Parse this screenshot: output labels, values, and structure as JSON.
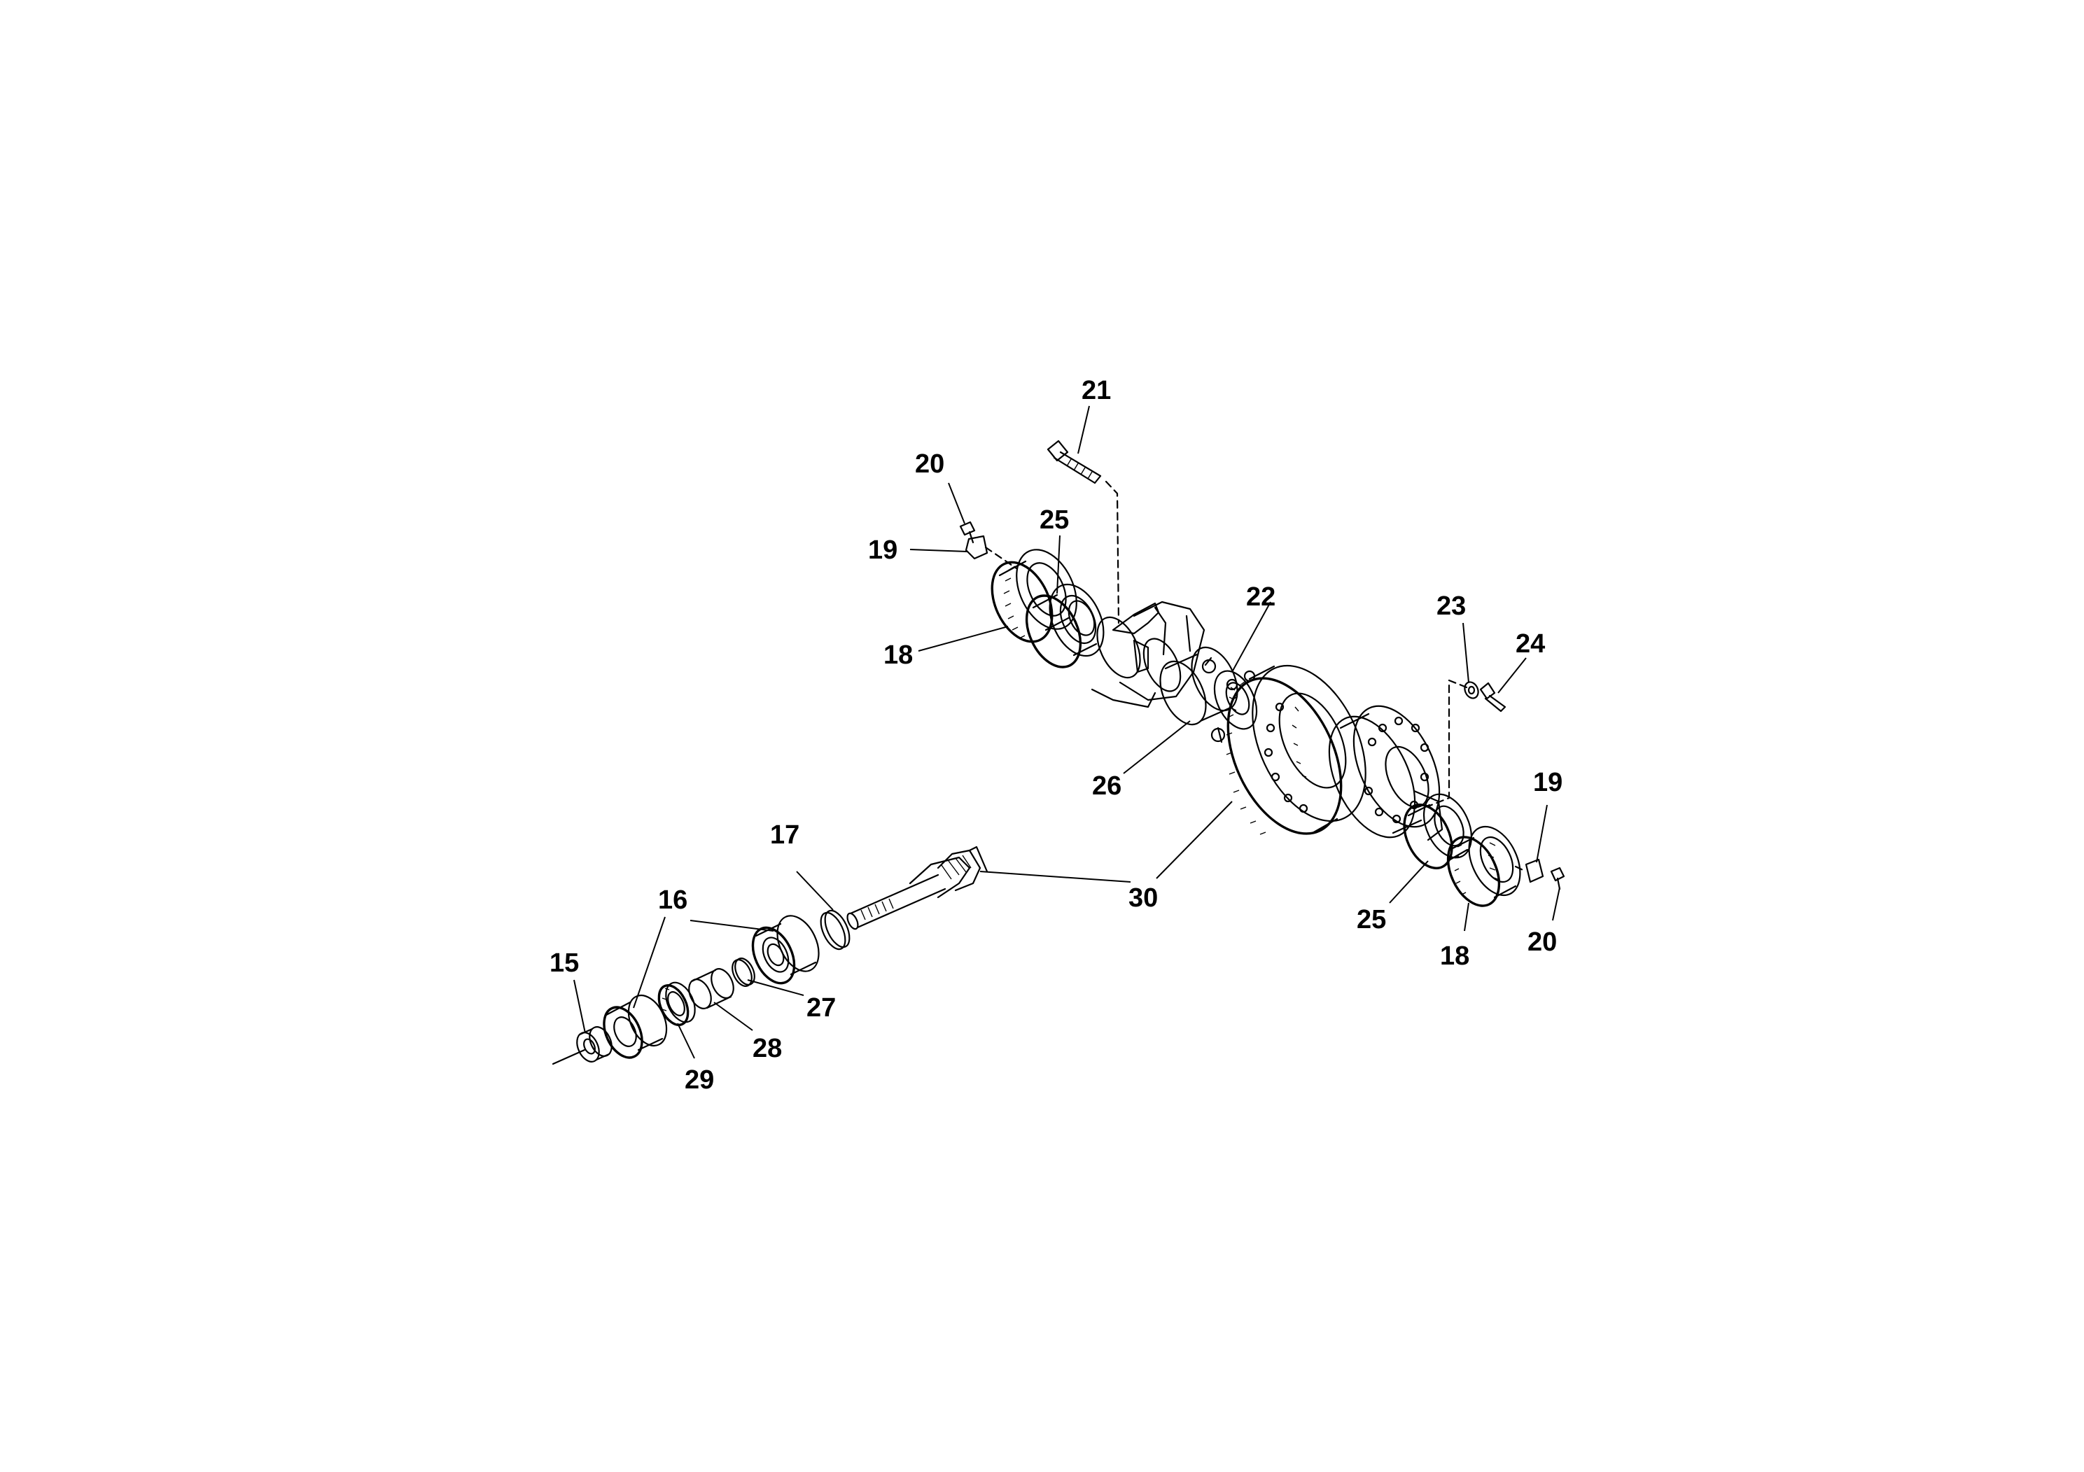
{
  "callouts": [
    {
      "id": "c21",
      "label": "21"
    },
    {
      "id": "c20a",
      "label": "20"
    },
    {
      "id": "c19a",
      "label": "19"
    },
    {
      "id": "c25a",
      "label": "25"
    },
    {
      "id": "c18a",
      "label": "18"
    },
    {
      "id": "c22",
      "label": "22"
    },
    {
      "id": "c26",
      "label": "26"
    },
    {
      "id": "c23",
      "label": "23"
    },
    {
      "id": "c24",
      "label": "24"
    },
    {
      "id": "c19b",
      "label": "19"
    },
    {
      "id": "c20b",
      "label": "20"
    },
    {
      "id": "c25b",
      "label": "25"
    },
    {
      "id": "c18b",
      "label": "18"
    },
    {
      "id": "c30",
      "label": "30"
    },
    {
      "id": "c17",
      "label": "17"
    },
    {
      "id": "c16",
      "label": "16"
    },
    {
      "id": "c15",
      "label": "15"
    },
    {
      "id": "c27",
      "label": "27"
    },
    {
      "id": "c28",
      "label": "28"
    },
    {
      "id": "c29",
      "label": "29"
    }
  ]
}
